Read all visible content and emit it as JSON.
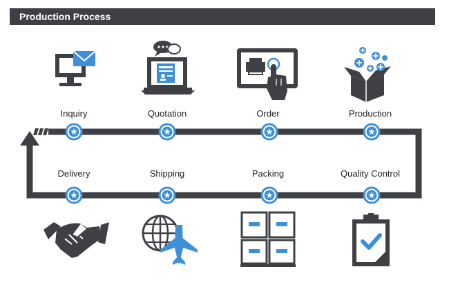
{
  "header": {
    "title": "Production Process"
  },
  "steps": {
    "top": [
      {
        "label": "Inquiry",
        "icon": "computer-mail-icon"
      },
      {
        "label": "Quotation",
        "icon": "laptop-document-icon"
      },
      {
        "label": "Order",
        "icon": "tablet-hand-touch-icon"
      },
      {
        "label": "Production",
        "icon": "box-plus-icon"
      }
    ],
    "bottom": [
      {
        "label": "Delivery",
        "icon": "handshake-icon"
      },
      {
        "label": "Shipping",
        "icon": "globe-airplane-icon"
      },
      {
        "label": "Packing",
        "icon": "stacked-boxes-icon"
      },
      {
        "label": "Quality Control",
        "icon": "clipboard-check-icon"
      }
    ]
  },
  "colors": {
    "dark": "#3f4046",
    "accent": "#3d8fd8",
    "text": "#222222"
  }
}
